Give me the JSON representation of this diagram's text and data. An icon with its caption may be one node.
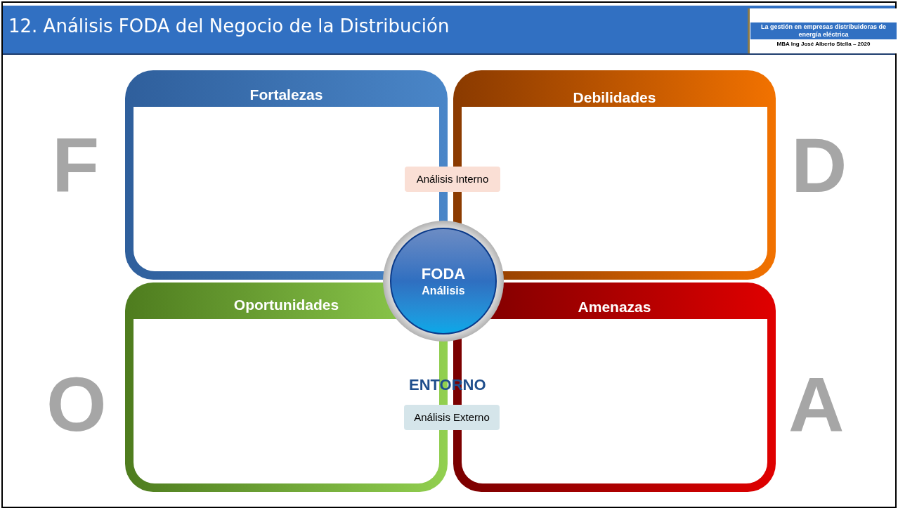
{
  "diagram": {
    "title": "12. Análisis FODA del Negocio de la Distribución",
    "nodes": [
      {
        "text": [
          "Fortalezas"
        ]
      },
      {
        "text": [
          "Debilidades"
        ]
      },
      {
        "text": [
          "Oportunidades"
        ]
      },
      {
        "text": [
          "Amenazas"
        ]
      },
      {
        "text": [
          "FODA",
          "Análisis"
        ]
      },
      {
        "text": [
          "Análisis Interno"
        ]
      },
      {
        "text": [
          "Análisis Externo"
        ]
      }
    ],
    "edges": [],
    "labels": [
      "La gestión en empresas distribuidoras de energía eléctrica",
      "MBA Ing José Alberto Stella – 2020",
      "F",
      "D",
      "O",
      "A",
      "ENTORNO"
    ]
  }
}
